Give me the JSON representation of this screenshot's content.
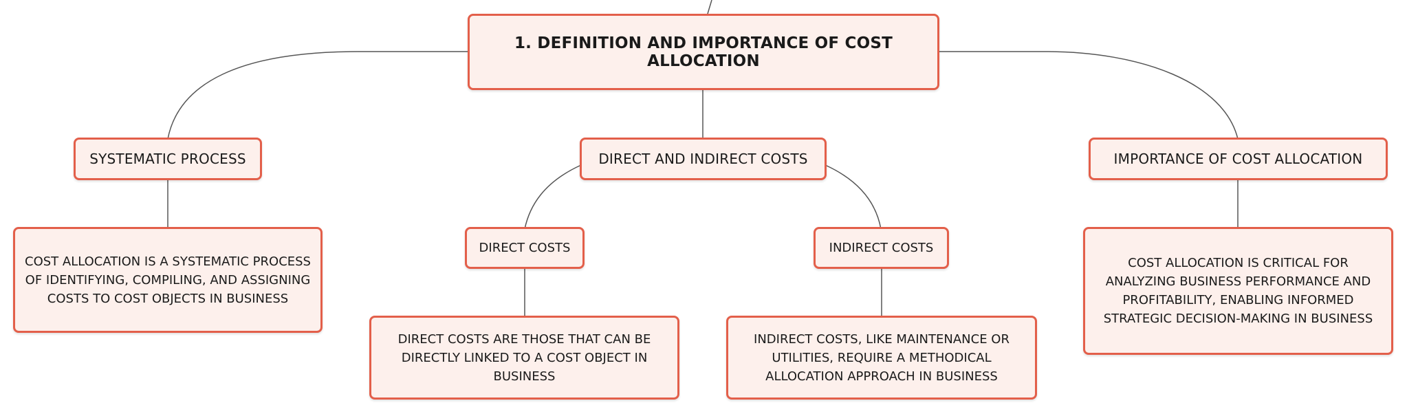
{
  "colors": {
    "node_border": "#e35f4a",
    "node_fill": "#fdf0ec",
    "connector": "#555555",
    "text": "#1a1a1a"
  },
  "root": {
    "label": "1. DEFINITION AND IMPORTANCE OF COST ALLOCATION"
  },
  "topics": {
    "systematic": {
      "label": "SYSTEMATIC PROCESS",
      "detail": "COST ALLOCATION IS A SYSTEMATIC PROCESS OF IDENTIFYING, COMPILING, AND ASSIGNING COSTS TO COST OBJECTS IN BUSINESS"
    },
    "direct_indirect": {
      "label": "DIRECT AND INDIRECT COSTS",
      "direct": {
        "label": "DIRECT COSTS",
        "detail": "DIRECT COSTS ARE THOSE THAT CAN BE DIRECTLY LINKED TO A COST OBJECT IN BUSINESS"
      },
      "indirect": {
        "label": "INDIRECT COSTS",
        "detail": "INDIRECT COSTS, LIKE MAINTENANCE OR UTILITIES, REQUIRE A METHODICAL ALLOCATION APPROACH IN BUSINESS"
      }
    },
    "importance": {
      "label": "IMPORTANCE OF COST ALLOCATION",
      "detail": "COST ALLOCATION IS CRITICAL FOR ANALYZING BUSINESS PERFORMANCE AND PROFITABILITY, ENABLING INFORMED STRATEGIC DECISION-MAKING IN BUSINESS"
    }
  }
}
